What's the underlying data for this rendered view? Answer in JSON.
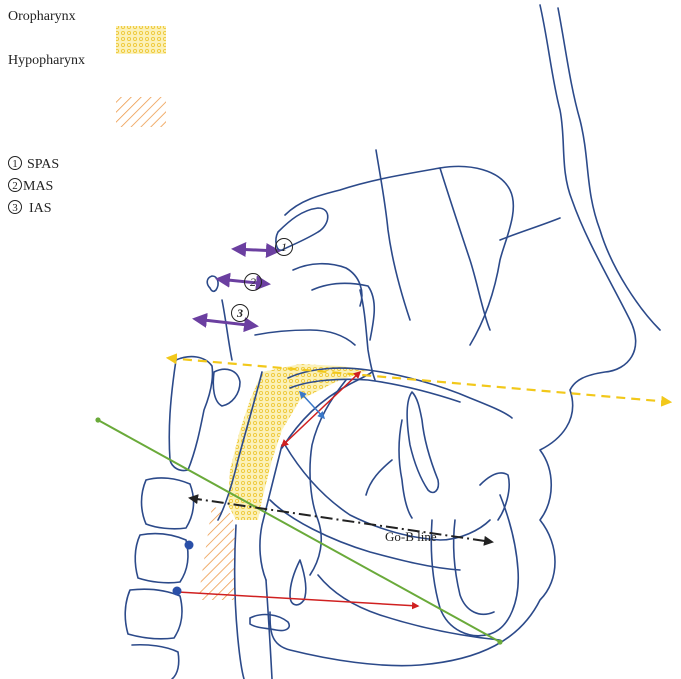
{
  "legend": {
    "oropharynx": "Oropharynx",
    "hypopharynx": "Hypopharynx",
    "spas": "SPAS",
    "mas": "MAS",
    "ias": "IAS",
    "spas_num": "1",
    "mas_num": "2",
    "ias_num": "3"
  },
  "markers": {
    "m1": "1",
    "m2": "2",
    "m3": "3"
  },
  "go_b_line": "Go-B line",
  "colors": {
    "outline": "#2c4a8a",
    "oropharynx_fill": "#f2d24a",
    "hypopharynx_fill": "#f0a050",
    "airway_arrow": "#6b3fa0",
    "plane_dash": "#f2c81a",
    "mandibular_plane": "#6aaa3a",
    "go_b_dash": "#222222",
    "measure_red": "#d02020",
    "measure_blue": "#3a78c8",
    "vertebra_dot": "#2a4fa8"
  }
}
